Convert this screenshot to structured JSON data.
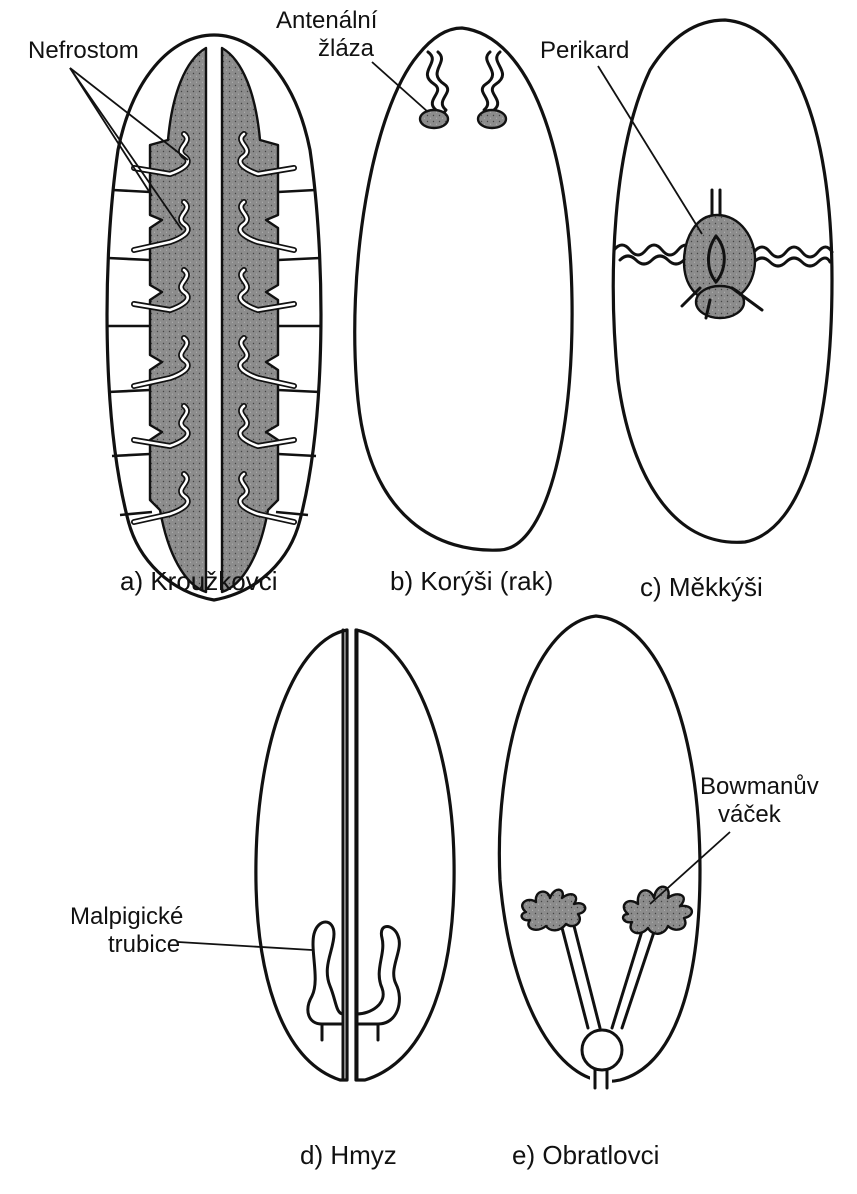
{
  "figure": {
    "panels": [
      {
        "id": "a",
        "caption": "a) Kroužkovci",
        "labels": [
          "Nefrostom"
        ]
      },
      {
        "id": "b",
        "caption": "b) Korýši (rak)",
        "labels": [
          "Antenální",
          "žláza"
        ]
      },
      {
        "id": "c",
        "caption": "c) Měkkýši",
        "labels": [
          "Perikard"
        ]
      },
      {
        "id": "d",
        "caption": "d) Hmyz",
        "labels": [
          "Malpigické",
          "trubice"
        ]
      },
      {
        "id": "e",
        "caption": "e) Obratlovci",
        "labels": [
          "Bowmanův",
          "váček"
        ]
      }
    ]
  },
  "colors": {
    "line": "#111111",
    "tissue": "#8c8c8c",
    "background": "#ffffff"
  }
}
